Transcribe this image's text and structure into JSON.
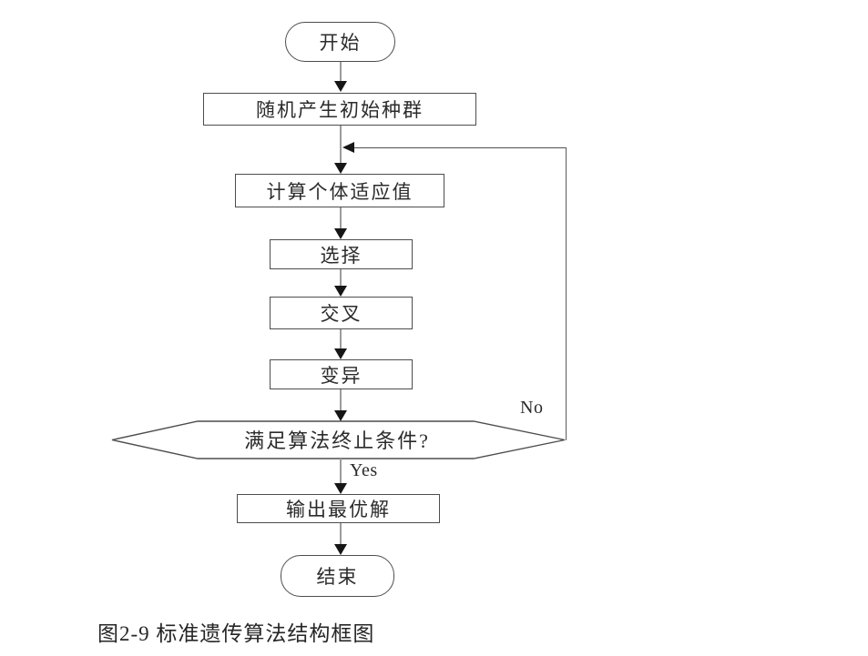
{
  "diagram": {
    "title": "standard-genetic-algorithm-flowchart",
    "caption": "图2-9 标准遗传算法结构框图",
    "nodes": {
      "start": {
        "label": "开始",
        "type": "terminator"
      },
      "init": {
        "label": "随机产生初始种群",
        "type": "process"
      },
      "fitness": {
        "label": "计算个体适应值",
        "type": "process"
      },
      "selection": {
        "label": "选择",
        "type": "process"
      },
      "crossover": {
        "label": "交叉",
        "type": "process"
      },
      "mutation": {
        "label": "变异",
        "type": "process"
      },
      "decision": {
        "label": "满足算法终止条件?",
        "type": "decision-hexagon"
      },
      "output": {
        "label": "输出最优解",
        "type": "process"
      },
      "end": {
        "label": "结束",
        "type": "terminator"
      }
    },
    "edge_labels": {
      "yes": "Yes",
      "no": "No"
    },
    "colors": {
      "background": "#ffffff",
      "shape_border": "#4d4d4d",
      "connector_gray": "#9c9c9c",
      "feedback_line": "#4f4f4f",
      "arrowhead": "#161616",
      "text": "#2b2b2b"
    }
  }
}
